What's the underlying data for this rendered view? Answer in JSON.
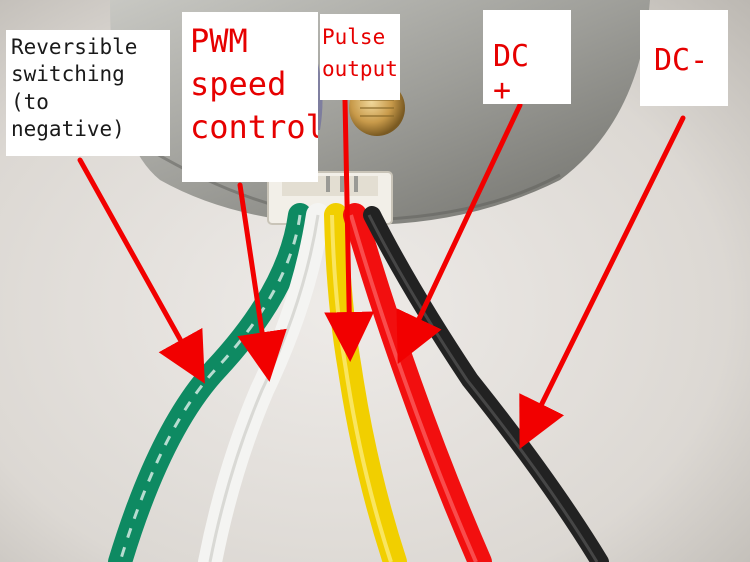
{
  "labels": {
    "reversible": "Reversible\nswitching\n(to negative)",
    "pwm": "PWM\nspeed\ncontrol",
    "pulse": "Pulse\noutput",
    "dc_plus": "DC +",
    "dc_minus": "DC-"
  },
  "wires": [
    {
      "name": "green",
      "color": "#0e8a62",
      "function": "reversible"
    },
    {
      "name": "white",
      "color": "#f4f4f2",
      "function": "pwm"
    },
    {
      "name": "yellow",
      "color": "#f1cf00",
      "function": "pulse"
    },
    {
      "name": "red",
      "color": "#f20f0f",
      "function": "dc_plus"
    },
    {
      "name": "black",
      "color": "#222222",
      "function": "dc_minus"
    }
  ],
  "colors": {
    "arrow": "#f20000",
    "background": "#e4e1dd",
    "motor_housing": "#9a9a95",
    "connector": "#f2efe8",
    "label_background": "#ffffff",
    "label_text": "#e60000"
  }
}
